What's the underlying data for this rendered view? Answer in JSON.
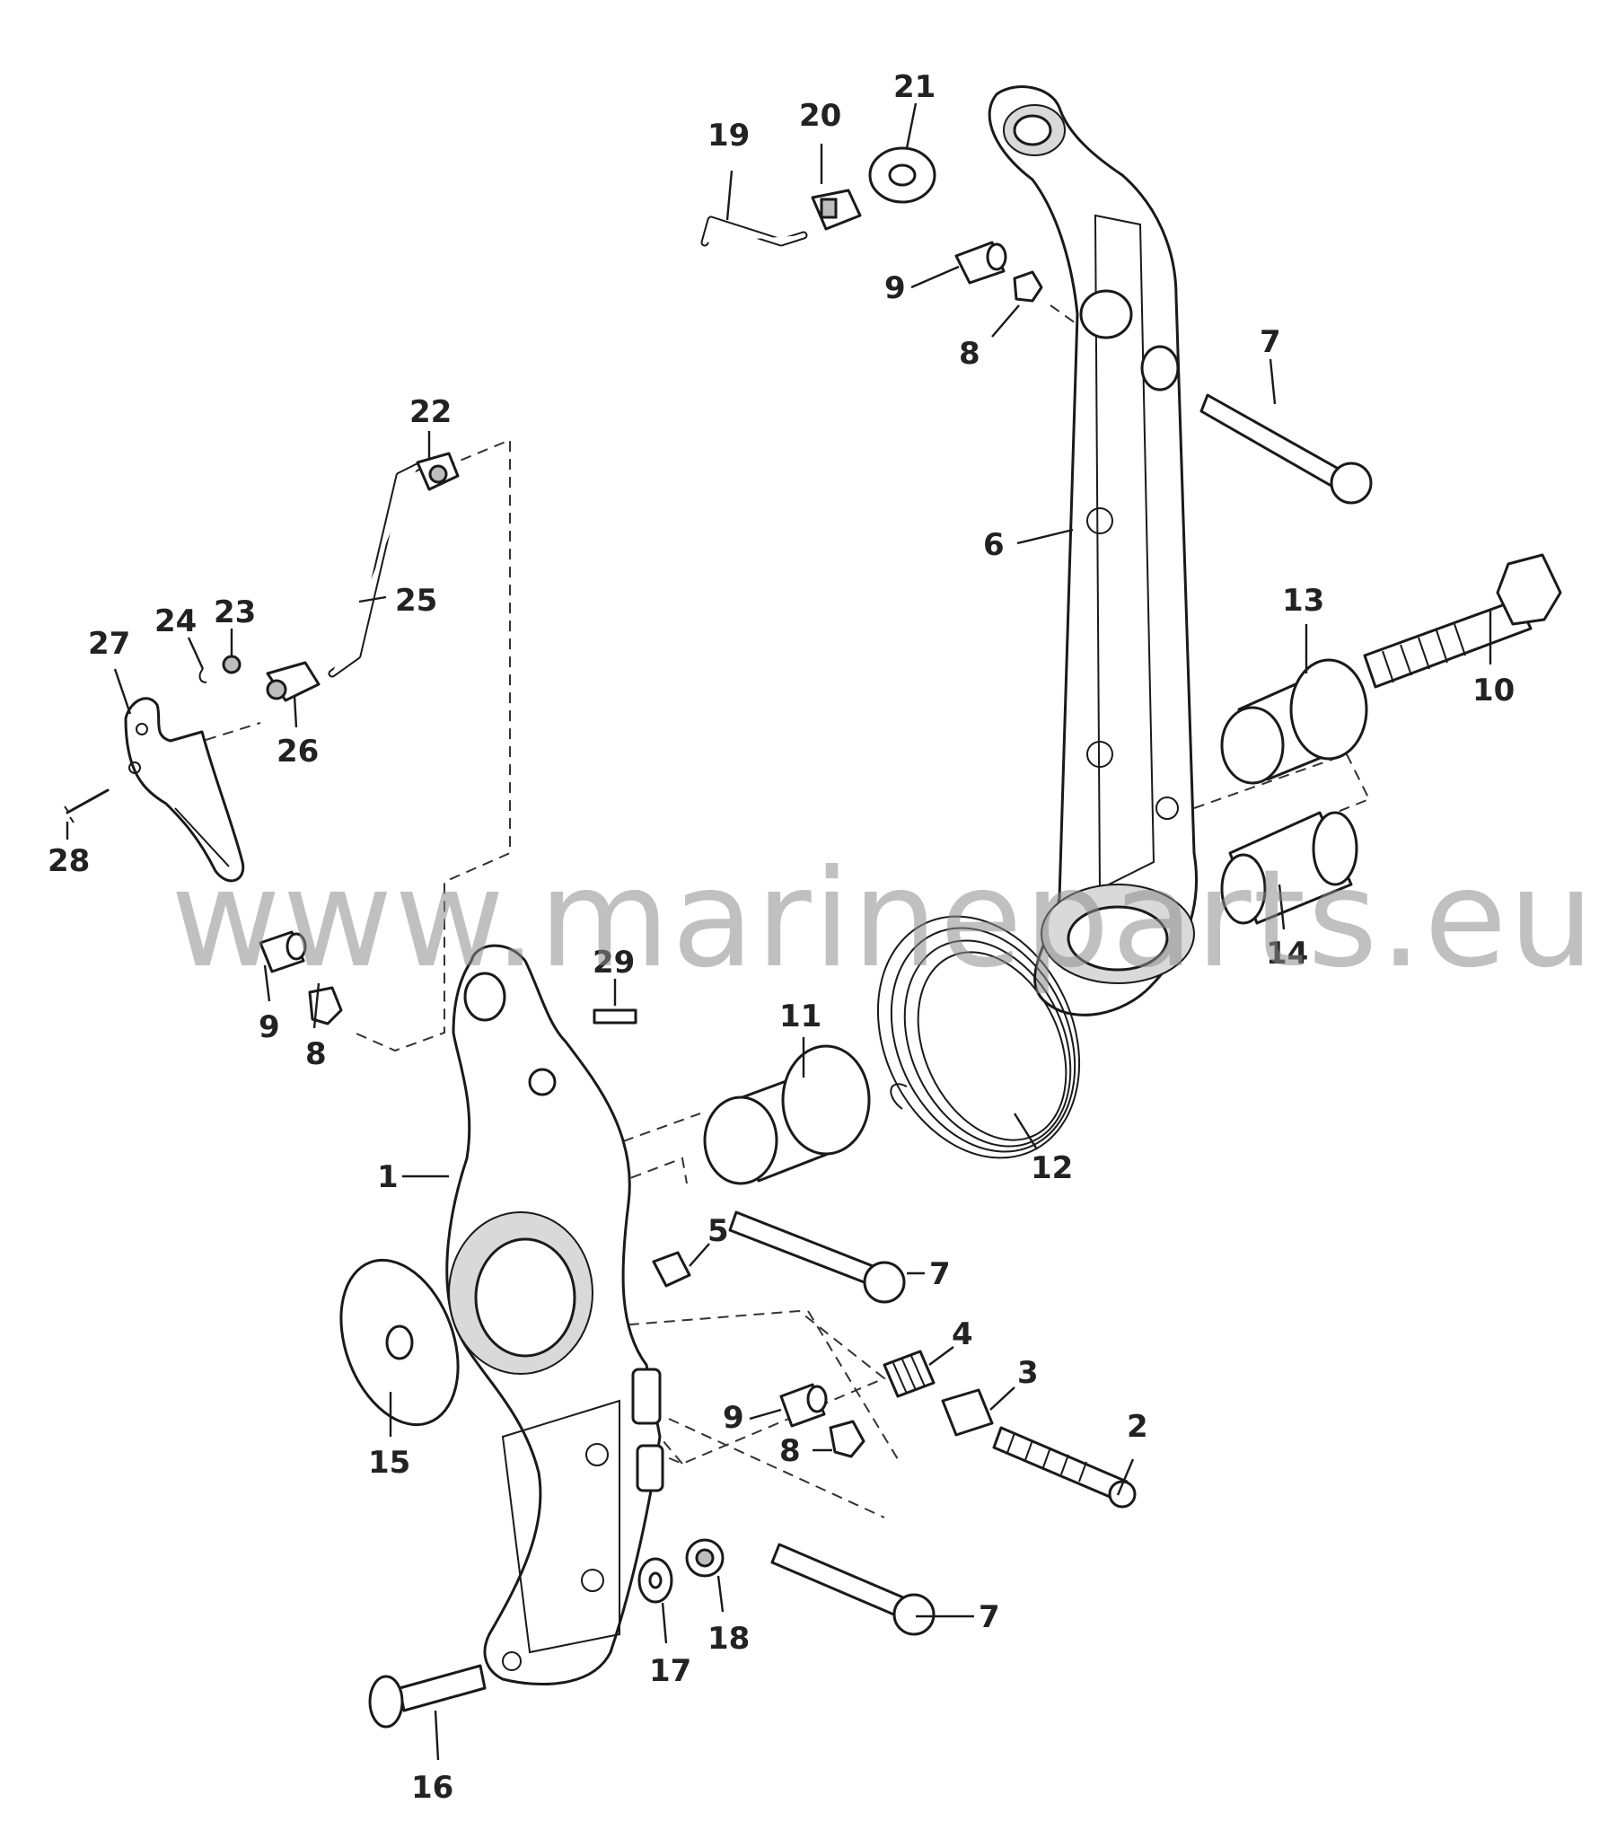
{
  "watermark": "www.marineparts.eu",
  "callouts": [
    {
      "id": "c1",
      "text": "1"
    },
    {
      "id": "c2",
      "text": "2"
    },
    {
      "id": "c3",
      "text": "3"
    },
    {
      "id": "c4",
      "text": "4"
    },
    {
      "id": "c5",
      "text": "5"
    },
    {
      "id": "c6",
      "text": "6"
    },
    {
      "id": "c7a",
      "text": "7"
    },
    {
      "id": "c7b",
      "text": "7"
    },
    {
      "id": "c7c",
      "text": "7"
    },
    {
      "id": "c8a",
      "text": "8"
    },
    {
      "id": "c8b",
      "text": "8"
    },
    {
      "id": "c8c",
      "text": "8"
    },
    {
      "id": "c9a",
      "text": "9"
    },
    {
      "id": "c9b",
      "text": "9"
    },
    {
      "id": "c9c",
      "text": "9"
    },
    {
      "id": "c10",
      "text": "10"
    },
    {
      "id": "c11",
      "text": "11"
    },
    {
      "id": "c12",
      "text": "12"
    },
    {
      "id": "c13",
      "text": "13"
    },
    {
      "id": "c14",
      "text": "14"
    },
    {
      "id": "c15",
      "text": "15"
    },
    {
      "id": "c16",
      "text": "16"
    },
    {
      "id": "c17",
      "text": "17"
    },
    {
      "id": "c18",
      "text": "18"
    },
    {
      "id": "c19",
      "text": "19"
    },
    {
      "id": "c20",
      "text": "20"
    },
    {
      "id": "c21",
      "text": "21"
    },
    {
      "id": "c22",
      "text": "22"
    },
    {
      "id": "c23",
      "text": "23"
    },
    {
      "id": "c24",
      "text": "24"
    },
    {
      "id": "c25",
      "text": "25"
    },
    {
      "id": "c26",
      "text": "26"
    },
    {
      "id": "c27",
      "text": "27"
    },
    {
      "id": "c28",
      "text": "28"
    },
    {
      "id": "c29",
      "text": "29"
    }
  ]
}
